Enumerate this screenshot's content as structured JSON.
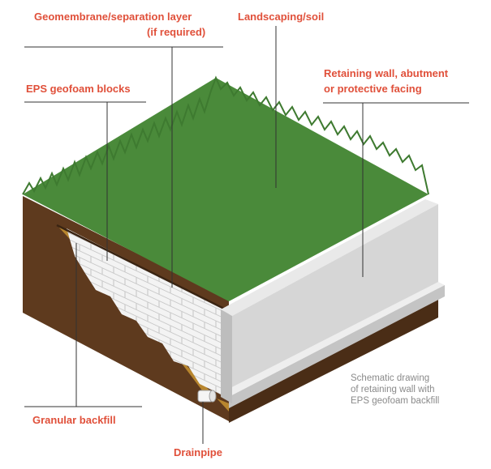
{
  "labels": {
    "geomembrane_line1": "Geomembrane/separation layer",
    "geomembrane_line2": "(if required)",
    "landscaping": "Landscaping/soil",
    "eps_blocks": "EPS geofoam blocks",
    "retaining_line1": "Retaining wall, abutment",
    "retaining_line2": "or protective facing",
    "granular_backfill": "Granular backfill",
    "drainpipe": "Drainpipe"
  },
  "caption": {
    "line1": "Schematic drawing",
    "line2": "of retaining wall with",
    "line3": "EPS geofoam backfill"
  },
  "colors": {
    "label_text": "#e0503a",
    "caption_text": "#8a8a8a",
    "grass": "#4a8a3a",
    "soil_brown": "#5e3a1e",
    "granular": "#b8862e",
    "eps_white": "#f2f2f2",
    "wall_grey": "#d4d4d4"
  }
}
